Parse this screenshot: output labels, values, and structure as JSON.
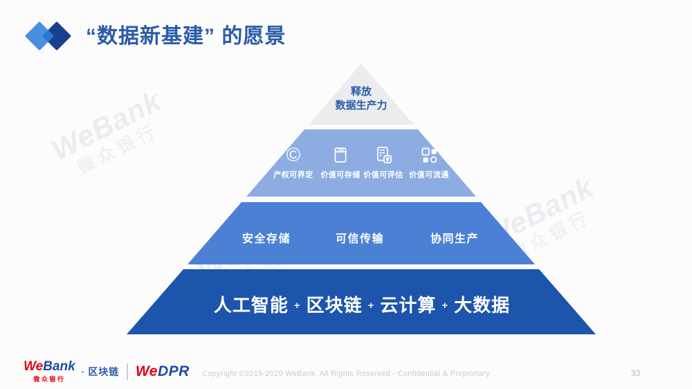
{
  "slide": {
    "title": "“数据新基建” 的愿景",
    "page_number": "33",
    "copyright_text": "Copyright ©2015-2020 WeBank. All Rights Reserved - Confidential & Proprietary"
  },
  "colors": {
    "title_blue": "#2C5BA8",
    "diamond_light": "#2F80DC",
    "diamond_dark": "#17418F",
    "webank_red": "#E60012",
    "webank_blue": "#1B4DA1"
  },
  "pyramid": {
    "levels": [
      {
        "id": "level-1",
        "color": "#EBECEE",
        "lines": [
          "释放",
          "数据生产力"
        ]
      },
      {
        "id": "level-2",
        "color": "#8DADE2",
        "items": [
          {
            "icon": "copyright-icon",
            "glyph": "©",
            "label": "产权可界定"
          },
          {
            "icon": "storage-icon",
            "label": "价值可存储"
          },
          {
            "icon": "evaluate-icon",
            "label": "价值可评估"
          },
          {
            "icon": "circulate-icon",
            "label": "价值可流通"
          }
        ]
      },
      {
        "id": "level-3",
        "color": "#4C80D4",
        "items": [
          {
            "label": "安全存储"
          },
          {
            "label": "可信传输"
          },
          {
            "label": "协同生产"
          }
        ]
      },
      {
        "id": "level-4",
        "color": "#1D54AC",
        "separator": "+",
        "items": [
          {
            "label": "人工智能"
          },
          {
            "label": "区块链"
          },
          {
            "label": "云计算"
          },
          {
            "label": "大数据"
          }
        ]
      }
    ]
  },
  "footer": {
    "webank_we": "We",
    "webank_bank": "Bank",
    "webank_cn": "微众银行",
    "dot": "·",
    "blockchain_label": "区块链",
    "wedpr_we": "We",
    "wedpr_rest": "DPR"
  },
  "watermark": {
    "line1": "WeBank",
    "line2": "微众银行"
  }
}
